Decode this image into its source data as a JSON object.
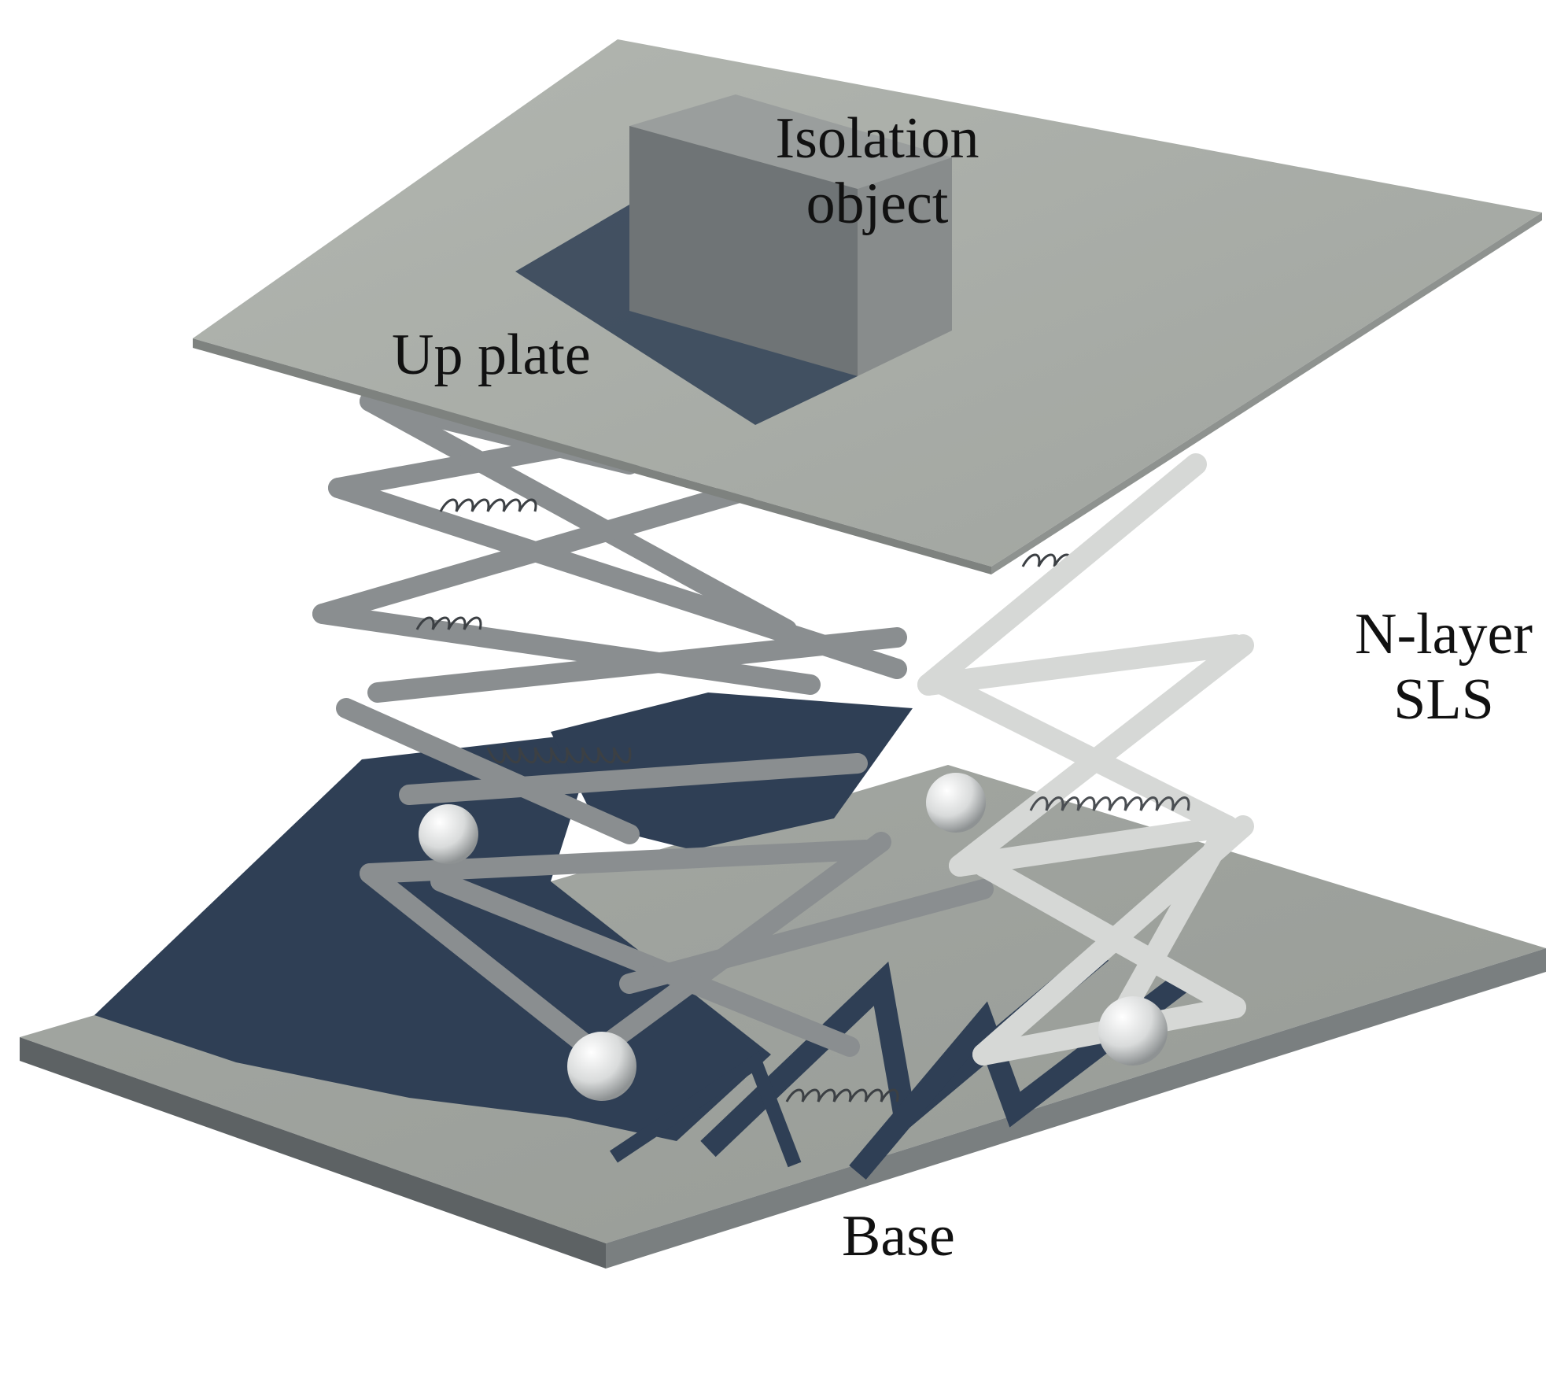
{
  "labels": {
    "isolation_line1": "Isolation",
    "isolation_line2": "object",
    "up_plate": "Up plate",
    "n_layer_line1": "N-layer",
    "n_layer_line2": "SLS",
    "base": "Base"
  },
  "colors": {
    "base_top": "#9ea39e",
    "base_side": "#5d6264",
    "plate_top": "#a8aca6",
    "plate_edge": "#7e827f",
    "box_front": "#6f7476",
    "box_side": "#888c8c",
    "box_top": "#9a9e9d",
    "shadow": "#2f3f55",
    "frame_dark": "#8a8e90",
    "frame_light": "#d6d8d6",
    "ball": "#e4e6e6",
    "text": "#111111"
  }
}
